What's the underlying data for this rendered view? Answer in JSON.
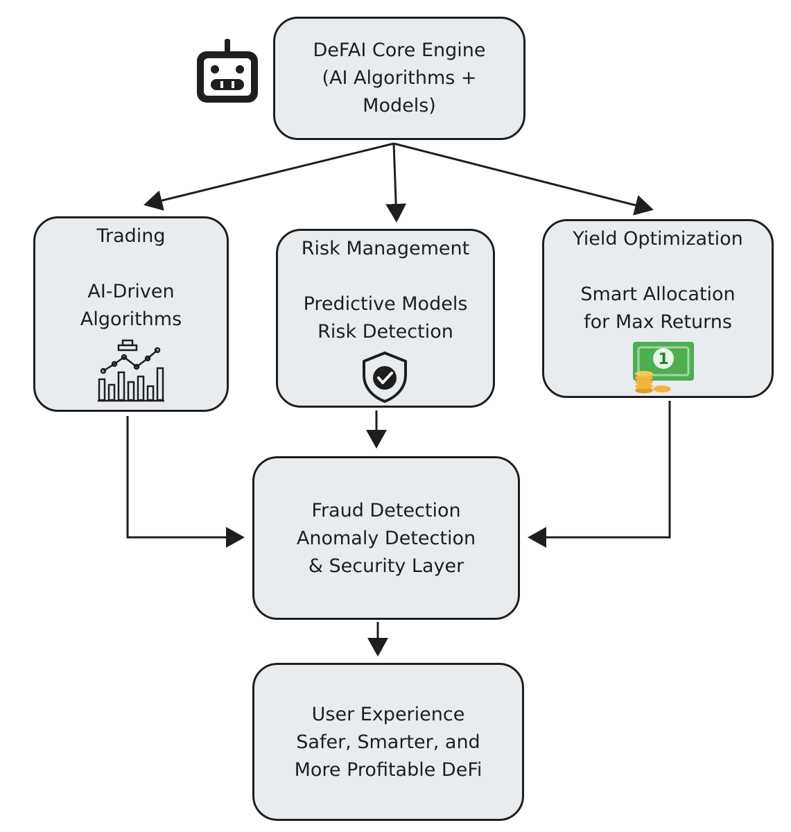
{
  "nodes": {
    "core": {
      "line1": "DeFAI Core Engine",
      "line2": "(AI Algorithms +",
      "line3": "Models)"
    },
    "trading": {
      "title": "Trading",
      "line1": "AI-Driven",
      "line2": "Algorithms"
    },
    "risk": {
      "title": "Risk Management",
      "line1": "Predictive Models",
      "line2": "Risk Detection"
    },
    "yield": {
      "title": "Yield Optimization",
      "line1": "Smart Allocation",
      "line2": "for Max Returns"
    },
    "fraud": {
      "line1": "Fraud Detection",
      "line2": "Anomaly Detection",
      "line3": "& Security Layer"
    },
    "user": {
      "line1": "User Experience",
      "line2": "Safer, Smarter, and",
      "line3": "More Profitable DeFi"
    }
  },
  "icons": {
    "core": "robot-icon",
    "trading": "bar-chart-icon",
    "risk": "shield-check-icon",
    "yield": "money-icon",
    "money_digit": "1"
  },
  "colors": {
    "box_fill": "#e9ecef",
    "stroke": "#1e1e1e",
    "money_green": "#4caf50",
    "coin_gold": "#f2b53b"
  }
}
